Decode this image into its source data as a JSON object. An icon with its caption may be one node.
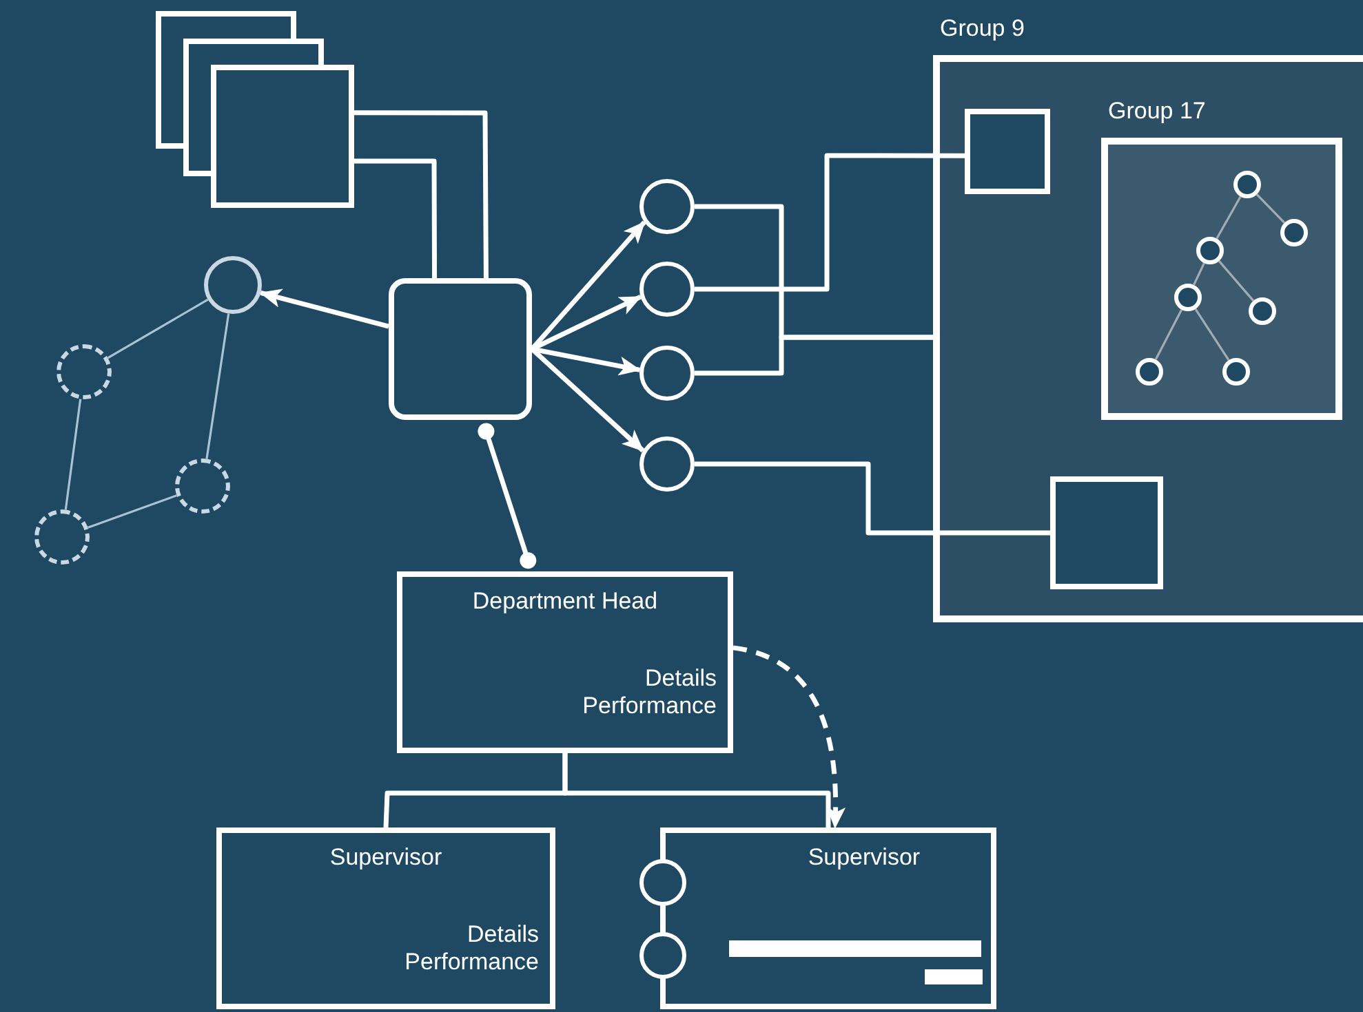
{
  "diagram": {
    "nodes": [
      {
        "text": [],
        "shape": "box"
      },
      {
        "text": [
          "Group 9"
        ]
      },
      {
        "text": [],
        "shape": "box",
        "in": 1
      },
      {
        "text": [
          "Group 17"
        ],
        "in": 1
      },
      {
        "text": [],
        "shape": "circle",
        "in": 3
      },
      {
        "text": [],
        "shape": "circle",
        "in": 3
      },
      {
        "text": [],
        "shape": "circle",
        "in": 3
      },
      {
        "text": [],
        "shape": "circle",
        "in": 3
      },
      {
        "text": [],
        "shape": "circle",
        "in": 3
      },
      {
        "text": [],
        "shape": "circle",
        "in": 3
      },
      {
        "text": [],
        "shape": "circle",
        "in": 3
      },
      {
        "text": [],
        "shape": "box",
        "in": 1
      },
      {
        "text": [],
        "shape": "circle"
      },
      {
        "text": [],
        "shape": "box"
      },
      {
        "text": [],
        "shape": "circle"
      },
      {
        "text": [],
        "shape": "circle"
      },
      {
        "text": [],
        "shape": "circle"
      },
      {
        "text": [],
        "shape": "circle"
      },
      {
        "text": [],
        "shape": "circle"
      },
      {
        "text": [],
        "shape": "circle"
      },
      {
        "text": [],
        "shape": "circle"
      },
      {
        "text": [
          "Department Head",
          "Details Performance"
        ]
      },
      {
        "text": [
          "Supervisor",
          "Details Performance"
        ]
      },
      {
        "text": [
          "Supervisor"
        ]
      },
      {
        "text": [],
        "shape": "circle"
      },
      {
        "text": [],
        "shape": "circle"
      }
    ],
    "edges": [
      {
        "from": 0,
        "to": 13,
        "arrow": "none"
      },
      {
        "from": 0,
        "to": 13,
        "arrow": "none"
      },
      {
        "from": 13,
        "to": 12,
        "arrow": "to"
      },
      {
        "from": 13,
        "to": 14,
        "arrow": "to"
      },
      {
        "from": 13,
        "to": 15,
        "arrow": "to"
      },
      {
        "from": 13,
        "to": 16,
        "arrow": "to"
      },
      {
        "from": 13,
        "to": 17,
        "arrow": "to"
      },
      {
        "from": 13,
        "to": 21,
        "arrow": "other"
      },
      {
        "from": 14,
        "to": 1,
        "arrow": "none"
      },
      {
        "from": 16,
        "to": 1,
        "arrow": "none"
      },
      {
        "from": 15,
        "to": 2,
        "arrow": "none"
      },
      {
        "from": 17,
        "to": 11,
        "arrow": "none"
      },
      {
        "from": 12,
        "to": 18,
        "arrow": "none",
        "color": "#a9c3d6"
      },
      {
        "from": 12,
        "to": 19,
        "arrow": "none",
        "color": "#a9c3d6"
      },
      {
        "from": 18,
        "to": 20,
        "arrow": "none",
        "color": "#a9c3d6"
      },
      {
        "from": 20,
        "to": 19,
        "arrow": "none",
        "color": "#a9c3d6"
      },
      {
        "from": 21,
        "to": 22,
        "arrow": "none"
      },
      {
        "from": 21,
        "to": 23,
        "arrow": "none"
      },
      {
        "from": 21,
        "to": 23,
        "arrow": "to",
        "style": "dashed"
      },
      {
        "from": 4,
        "to": 5,
        "arrow": "none",
        "color": "#a3acb3"
      },
      {
        "from": 4,
        "to": 6,
        "arrow": "none",
        "color": "#a3acb3"
      },
      {
        "from": 6,
        "to": 7,
        "arrow": "none",
        "color": "#a3acb3"
      },
      {
        "from": 6,
        "to": 8,
        "arrow": "none",
        "color": "#a3acb3"
      },
      {
        "from": 7,
        "to": 9,
        "arrow": "none",
        "color": "#a3acb3"
      },
      {
        "from": 7,
        "to": 10,
        "arrow": "none",
        "color": "#a3acb3"
      }
    ]
  }
}
